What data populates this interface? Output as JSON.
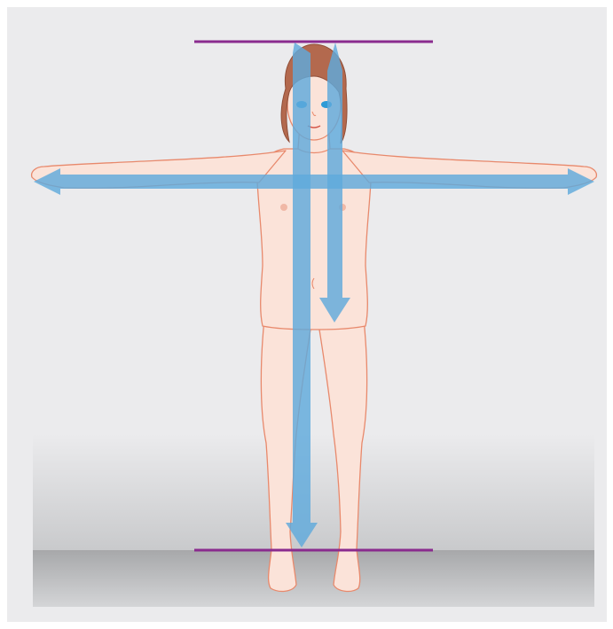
{
  "figure": {
    "subject": "child-standing-arms-outstretched",
    "colors": {
      "background": "#ebebed",
      "floor_top": "#cfd0d2",
      "floor": "#a9aaac",
      "skin": "#fbe3d9",
      "skin_outline": "#e8896c",
      "hair": "#b3694e",
      "eyes": "#2e9bd6",
      "reference_line": "#8a2b8e",
      "arrow": "#5fa9dc"
    },
    "reference_lines": [
      {
        "name": "top-of-head-line"
      },
      {
        "name": "floor-line"
      }
    ],
    "arrows": [
      {
        "name": "arm-span-arrow",
        "direction": "both"
      },
      {
        "name": "standing-height-arrow",
        "direction": "down"
      },
      {
        "name": "sitting-height-arrow",
        "direction": "down"
      }
    ]
  }
}
